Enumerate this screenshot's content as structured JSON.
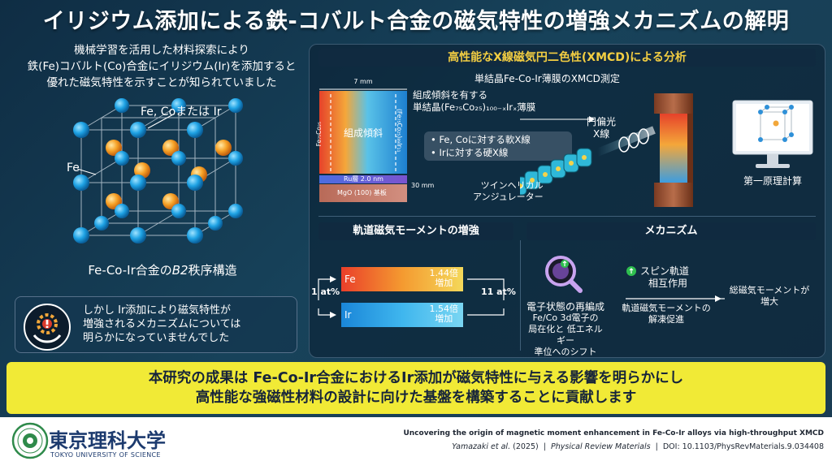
{
  "title": "イリジウム添加による鉄-コバルト合金の磁気特性の増強メカニズムの解明",
  "intro": [
    "機械学習を活用した材料探索により",
    "鉄(Fe)コバルト(Co)合金にイリジウム(Ir)を添加すると",
    "優れた磁気特性を示すことが知られていました"
  ],
  "lattice": {
    "label_fe_co_ir": "Fe, Coまたは Ir",
    "label_fe": "Fe",
    "caption_pre": "Fe-Co-Ir合金の",
    "caption_em": "B2",
    "caption_post": "秩序構造"
  },
  "problem": [
    "しかし Ir添加により磁気特性が",
    "増強されるメカニズムについては",
    "明らかになっていませんでした"
  ],
  "xmcd": {
    "header": "高性能なX線磁気円二色性(XMCD)による分析",
    "subtitle": "単結晶Fe-Co-Ir薄膜のXMCD測定",
    "sample_width": "7 mm",
    "sample_gradient": "組成傾斜",
    "sample_left": "Fe₇₅Co₂₅",
    "sample_right": "(Fe₇₅Co₂₅)₈₉Ir₁₁",
    "ru_layer": "Ru層 2.0 nm",
    "mgo_layer": "MgO (100) 基板",
    "thickness": "30 mm",
    "film_line1": "組成傾斜を有する",
    "film_line2": "単結晶(Fe₇₅Co₂₅)₁₀₀₋ₓIrₓ薄膜",
    "xray_soft": "• Fe, Coに対する軟X線",
    "xray_hard": "• Irに対する硬X線",
    "circular": [
      "円偏光",
      "X線"
    ],
    "undulator": [
      "ツインヘリカル",
      "アンジュレーター"
    ],
    "calc": "第一原理計算"
  },
  "orbital": {
    "header": "軌道磁気モーメントの増強",
    "at_left": "1 at%",
    "at_right": "11 at%",
    "bars": [
      {
        "element": "Fe",
        "value": "1.44倍",
        "note": "増加"
      },
      {
        "element": "Ir",
        "value": "1.54倍",
        "note": "増加"
      }
    ]
  },
  "mechanism": {
    "header": "メカニズム",
    "left_title": "電子状態の再編成",
    "left_body": [
      "Fe/Co 3d電子の",
      "局在化と 低エネルギー",
      "準位へのシフト"
    ],
    "spin": [
      "スピン軌道",
      "相互作用"
    ],
    "mid": [
      "軌道磁気モーメントの",
      "解凍促進"
    ],
    "right": [
      "総磁気モーメントが",
      "増大"
    ]
  },
  "conclusion": [
    "本研究の成果は Fe-Co-Ir合金におけるIr添加が磁気特性に与える影響を明らかにし",
    "高性能な強磁性材料の設計に向けた基盤を構築することに貢献します"
  ],
  "footer": {
    "univ_jp": "東京理科大学",
    "univ_en": "TOKYO UNIVERSITY OF SCIENCE",
    "ref_title": "Uncovering the origin of magnetic moment enhancement in Fe-Co-Ir alloys via high-throughput XMCD",
    "authors": "Yamazaki et al.",
    "year": "(2025)",
    "journal": "Physical Review Materials",
    "doi": "DOI: 10.1103/PhysRevMaterials.9.034408"
  },
  "colors": {
    "accent_yellow": "#f1ea36",
    "header_gold": "#f3ce42",
    "navy": "#1c3a6e"
  },
  "icons": [
    "gear-warning-icon",
    "magnifier-icon",
    "spin-arrow-icon",
    "monitor-icon",
    "university-seal-icon"
  ]
}
